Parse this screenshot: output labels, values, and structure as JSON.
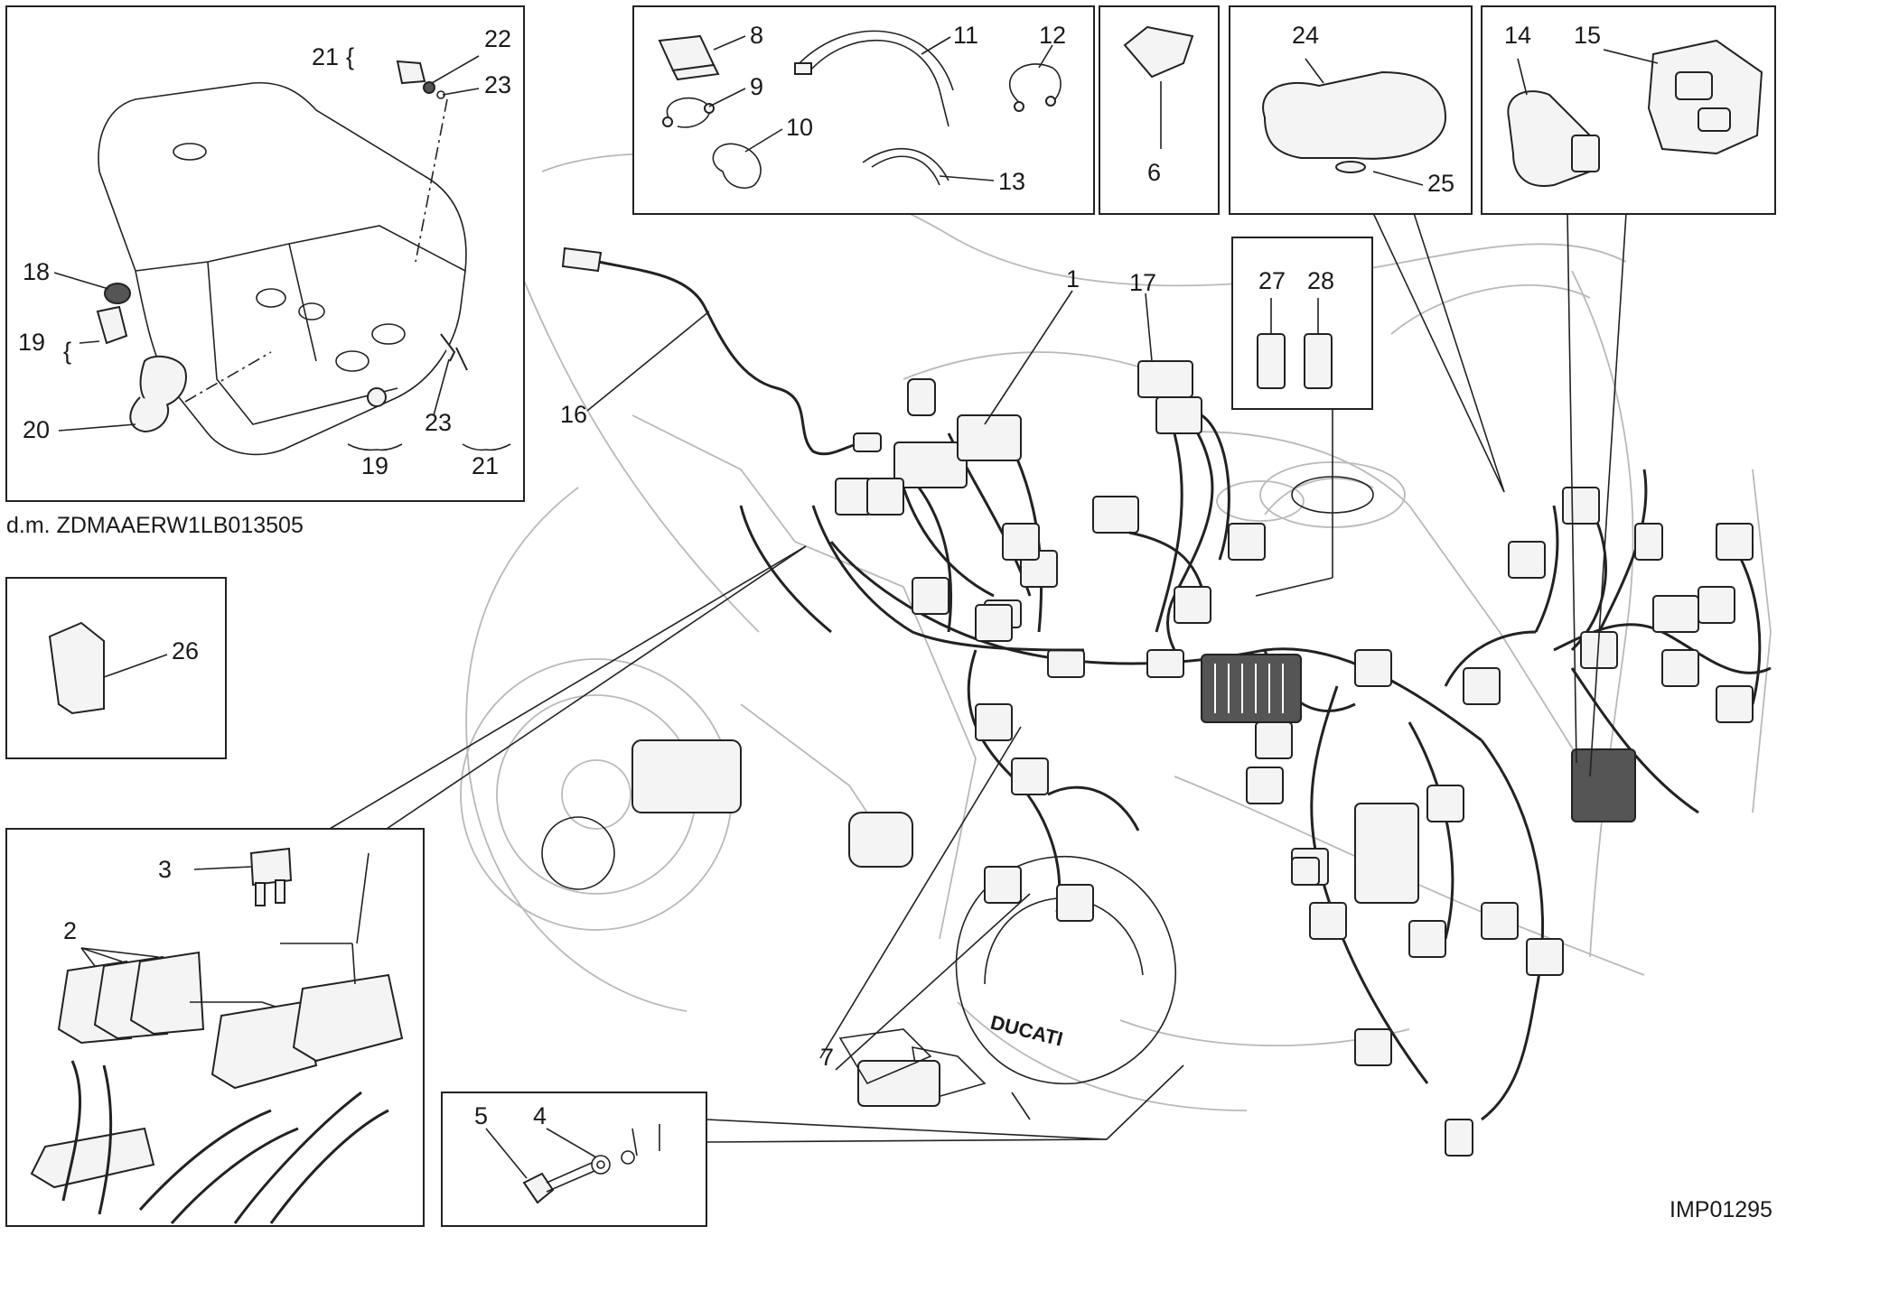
{
  "diagram": {
    "model_note": "d.m. ZDMAAERW1LB013505",
    "drawing_code": "IMP01295",
    "callouts": {
      "n1": "1",
      "n2": "2",
      "n3": "3",
      "n4": "4",
      "n5": "5",
      "n6": "6",
      "n7": "7",
      "n8": "8",
      "n9": "9",
      "n10": "10",
      "n11": "11",
      "n12": "12",
      "n13": "13",
      "n14": "14",
      "n15": "15",
      "n16": "16",
      "n17": "17",
      "n18": "18",
      "n19": "19",
      "n20": "20",
      "n21": "21",
      "n22": "22",
      "n23": "23",
      "n24": "24",
      "n25": "25",
      "n26": "26",
      "n27": "27",
      "n28": "28"
    },
    "engine_logo_text": "DUCATI"
  },
  "colors": {
    "line": "#222222",
    "ghost": "#b9b9b9",
    "background": "#ffffff"
  }
}
